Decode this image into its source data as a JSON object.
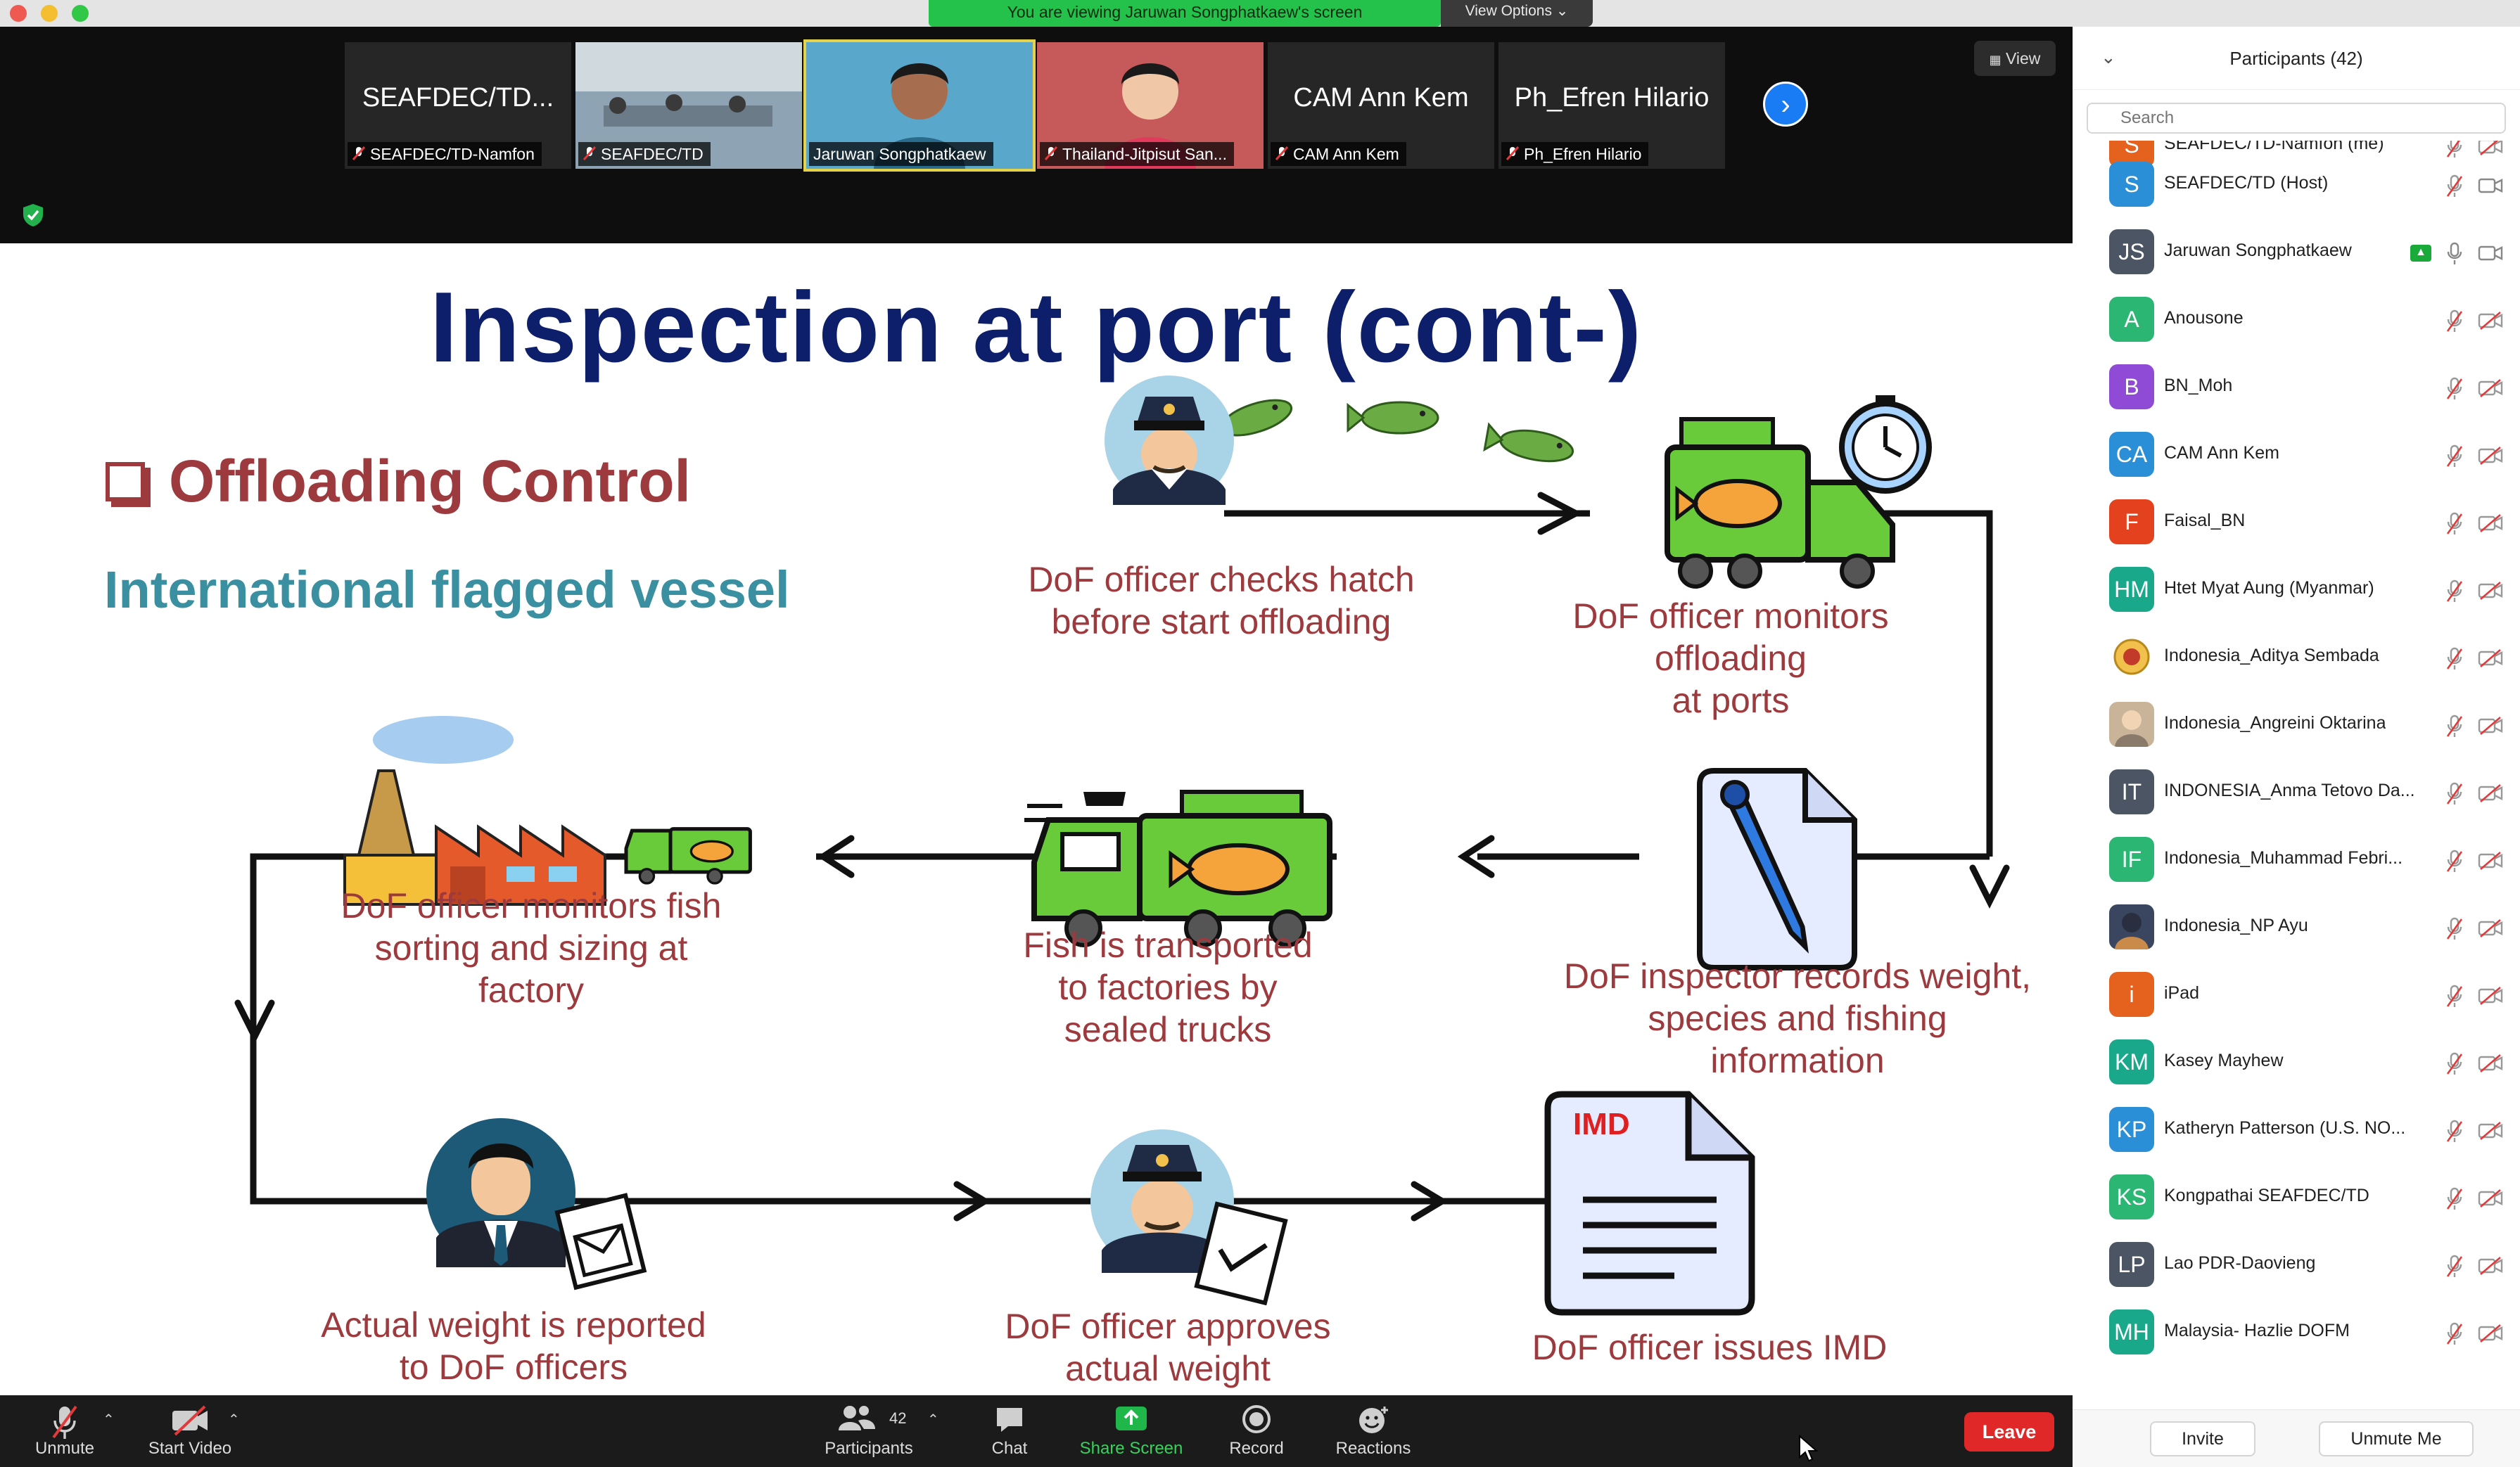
{
  "banner": {
    "text": "You are viewing Jaruwan Songphatkaew's screen",
    "view_options": "View Options ⌄"
  },
  "video_strip": {
    "view_label": "View",
    "tiles": [
      {
        "big": "SEAFDEC/TD...",
        "label": "SEAFDEC/TD-Namfon",
        "muted": true
      },
      {
        "big": "",
        "label": "SEAFDEC/TD",
        "muted": true
      },
      {
        "big": "",
        "label": "Jaruwan Songphatkaew",
        "muted": false
      },
      {
        "big": "",
        "label": "Thailand-Jitpisut San...",
        "muted": true
      },
      {
        "big": "CAM Ann Kem",
        "label": "CAM Ann Kem",
        "muted": true
      },
      {
        "big": "Ph_Efren Hilario",
        "label": "Ph_Efren Hilario",
        "muted": true
      }
    ]
  },
  "slide": {
    "title": "Inspection at port (cont-)",
    "offloading": "Offloading Control",
    "intl_vessel": "International flagged vessel",
    "steps": {
      "checks_hatch": "DoF officer checks hatch\nbefore start offloading",
      "monitors_offloading": "DoF officer monitors\noffloading\nat ports",
      "records_weight": "DoF inspector records weight,\nspecies and fishing\ninformation",
      "transported": "Fish is transported\nto factories by\nsealed trucks",
      "monitors_sorting": "DoF officer monitors fish\nsorting and sizing at\nfactory",
      "weight_reported": "Actual weight is reported\nto DoF officers",
      "approves_weight": "DoF officer approves\nactual weight",
      "issues_imd": "DoF officer issues IMD",
      "imd_label": "IMD"
    }
  },
  "toolbar": {
    "unmute": "Unmute",
    "start_video": "Start Video",
    "participants": "Participants",
    "participants_count": "42",
    "chat": "Chat",
    "share_screen": "Share Screen",
    "record": "Record",
    "reactions": "Reactions",
    "leave": "Leave"
  },
  "panel": {
    "title": "Participants (42)",
    "search_placeholder": "Search",
    "invite": "Invite",
    "unmute_me": "Unmute Me",
    "participants": [
      {
        "initials": "S",
        "name": "SEAFDEC/TD-Namfon (me)",
        "color": "#e4621e",
        "partial": true
      },
      {
        "initials": "S",
        "name": "SEAFDEC/TD (Host)",
        "color": "#2a8fd6",
        "muted": true,
        "cam": "on"
      },
      {
        "initials": "JS",
        "name": "Jaruwan Songphatkaew",
        "color": "#4b5563",
        "sharing": true,
        "muted": false,
        "cam": "on"
      },
      {
        "initials": "A",
        "name": "Anousone",
        "color": "#2bb673"
      },
      {
        "initials": "B",
        "name": "BN_Moh",
        "color": "#8f4bd6"
      },
      {
        "initials": "CA",
        "name": "CAM Ann Kem",
        "color": "#2a8fd6"
      },
      {
        "initials": "F",
        "name": "Faisal_BN",
        "color": "#e4421e"
      },
      {
        "initials": "HM",
        "name": "Htet Myat Aung (Myanmar)",
        "color": "#1aa88a"
      },
      {
        "initials": "",
        "name": "Indonesia_Aditya Sembada",
        "color": "#ffffff",
        "emblem": true
      },
      {
        "initials": "",
        "name": "Indonesia_Angreini Oktarina",
        "color": "#c9b49a",
        "photo": true
      },
      {
        "initials": "IT",
        "name": "INDONESIA_Anma Tetovo Da...",
        "color": "#4b5563"
      },
      {
        "initials": "IF",
        "name": "Indonesia_Muhammad Febri...",
        "color": "#2bb673"
      },
      {
        "initials": "",
        "name": "Indonesia_NP Ayu",
        "color": "#3a4660",
        "photo": true
      },
      {
        "initials": "i",
        "name": "iPad",
        "color": "#e4621e"
      },
      {
        "initials": "KM",
        "name": "Kasey Mayhew",
        "color": "#1aa88a"
      },
      {
        "initials": "KP",
        "name": "Katheryn Patterson (U.S. NO...",
        "color": "#2a8fd6"
      },
      {
        "initials": "KS",
        "name": "Kongpathai SEAFDEC/TD",
        "color": "#2bb673"
      },
      {
        "initials": "LP",
        "name": "Lao PDR-Daovieng",
        "color": "#4b5563"
      },
      {
        "initials": "MH",
        "name": "Malaysia- Hazlie DOFM",
        "color": "#1aa88a"
      }
    ]
  }
}
